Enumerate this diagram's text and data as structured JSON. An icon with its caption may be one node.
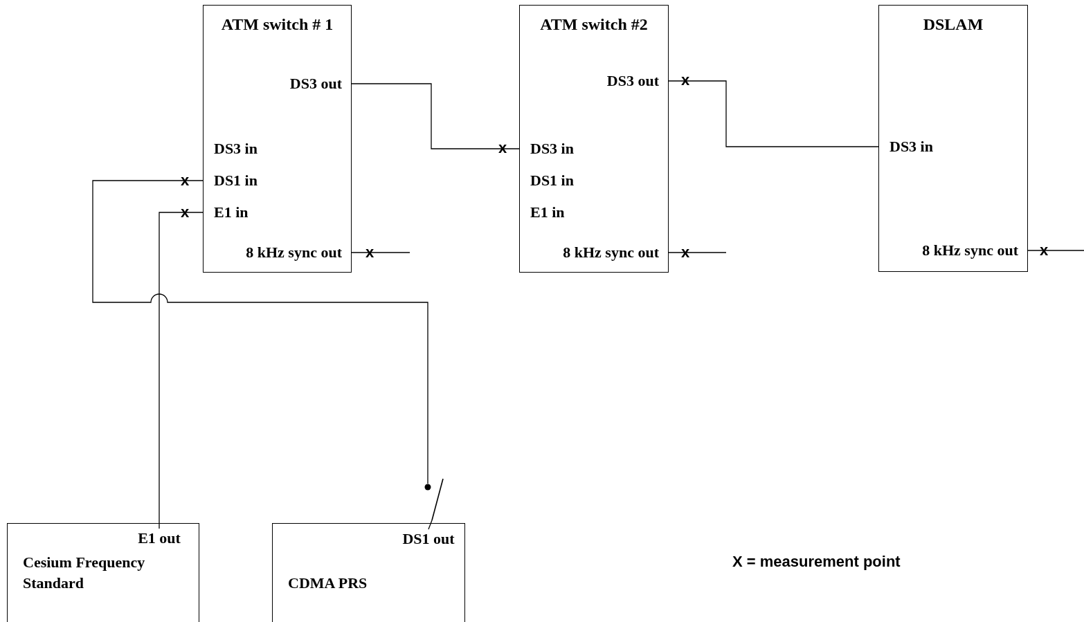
{
  "diagram": {
    "nodes": [
      {
        "text": [
          "ATM switch # 1"
        ]
      },
      {
        "text": [
          "DS3 out"
        ],
        "in": 0
      },
      {
        "text": [
          "DS3 in"
        ],
        "in": 0
      },
      {
        "text": [
          "DS1 in"
        ],
        "in": 0
      },
      {
        "text": [
          "E1 in"
        ],
        "in": 0
      },
      {
        "text": [
          "8 kHz sync out"
        ],
        "in": 0
      },
      {
        "text": [
          "ATM switch #2"
        ]
      },
      {
        "text": [
          "DS3 out"
        ],
        "in": 6
      },
      {
        "text": [
          "DS3 in"
        ],
        "in": 6
      },
      {
        "text": [
          "DS1 in"
        ],
        "in": 6
      },
      {
        "text": [
          "E1 in"
        ],
        "in": 6
      },
      {
        "text": [
          "8 kHz sync out"
        ],
        "in": 6
      },
      {
        "text": [
          "DSLAM"
        ]
      },
      {
        "text": [
          "DS3 in"
        ],
        "in": 12
      },
      {
        "text": [
          "8 kHz sync out"
        ],
        "in": 12
      },
      {
        "text": [
          "Cesium Frequency Standard"
        ]
      },
      {
        "text": [
          "E1 out"
        ],
        "in": 15
      },
      {
        "text": [
          "CDMA PRS"
        ]
      },
      {
        "text": [
          "DS1 out"
        ],
        "in": 17
      },
      {
        "text": [],
        "shape": "picture"
      }
    ],
    "edges": [
      {
        "from": 1,
        "to": 8,
        "arrow": "none"
      },
      {
        "from": 7,
        "to": 13,
        "arrow": "none"
      },
      {
        "from": 16,
        "to": 4,
        "arrow": "none"
      },
      {
        "from": 18,
        "to": 19,
        "arrow": "none"
      },
      {
        "from": 19,
        "to": 3,
        "arrow": "none"
      },
      {
        "from": 5,
        "to": null,
        "arrow": "none"
      },
      {
        "from": 11,
        "to": null,
        "arrow": "none"
      },
      {
        "from": 14,
        "to": null,
        "arrow": "none"
      }
    ],
    "labels": [
      "x",
      "x",
      "x",
      "x",
      "x",
      "x",
      "x",
      "X = measurement point"
    ]
  }
}
